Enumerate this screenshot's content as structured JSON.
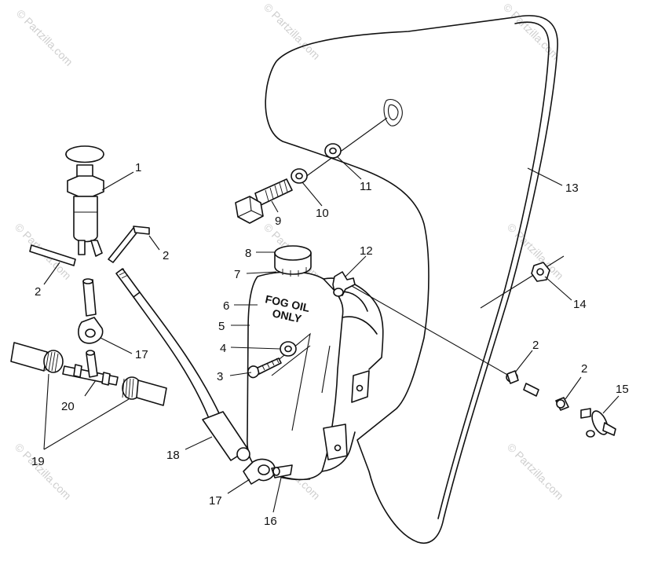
{
  "watermark": "© Partzilla.com",
  "tank_label": {
    "line1": "FOG OIL",
    "line2": "ONLY"
  },
  "callouts": {
    "c1": "1",
    "c2a": "2",
    "c2b": "2",
    "c2c": "2",
    "c2d": "2",
    "c3": "3",
    "c4": "4",
    "c5": "5",
    "c6": "6",
    "c7": "7",
    "c8": "8",
    "c9": "9",
    "c10": "10",
    "c11": "11",
    "c12": "12",
    "c13": "13",
    "c14": "14",
    "c15": "15",
    "c16": "16",
    "c17a": "17",
    "c17b": "17",
    "c18": "18",
    "c19": "19",
    "c20": "20"
  }
}
